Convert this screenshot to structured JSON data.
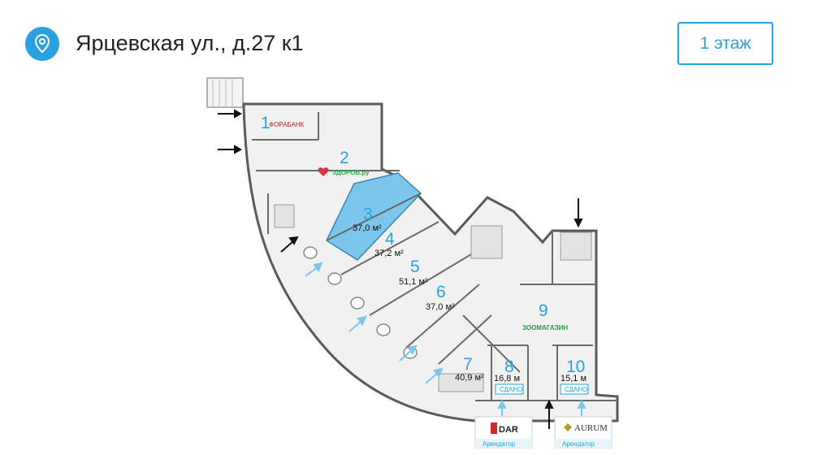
{
  "header": {
    "address": "Ярцевская ул., д.27 к1",
    "floor_button": "1 этаж"
  },
  "plan": {
    "units": [
      {
        "num": "1",
        "area": ""
      },
      {
        "num": "2",
        "area": ""
      },
      {
        "num": "3",
        "area": "37,0 м²"
      },
      {
        "num": "4",
        "area": "37,2 м²"
      },
      {
        "num": "5",
        "area": "51,1 м²"
      },
      {
        "num": "6",
        "area": "37,0 м²"
      },
      {
        "num": "7",
        "area": "40,9 м²"
      },
      {
        "num": "8",
        "area": "16,8 м"
      },
      {
        "num": "9",
        "area": ""
      },
      {
        "num": "10",
        "area": "15,1 м"
      }
    ],
    "tenant_labels": {
      "forabank": "ФОРАБАНК",
      "zdorov": "ЗДОРОВ.ру",
      "zoo": "ЗООМАГАЗИН",
      "dar": "DAR",
      "aurum": "AURUM"
    },
    "rented_tag": "СДАНО",
    "tenant_caption": "Арендатор",
    "colors": {
      "accent": "#2aa1e0",
      "highlight": "#7cc6ec",
      "zdorov": "#2fa84f",
      "zoo": "#2e9a3a"
    }
  }
}
